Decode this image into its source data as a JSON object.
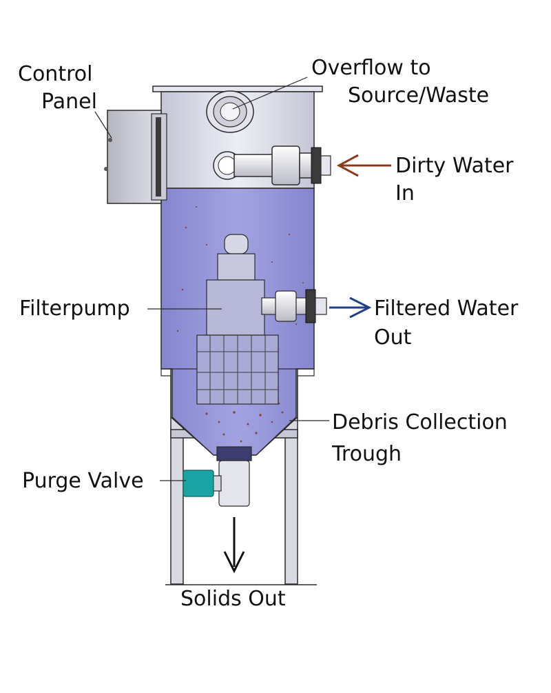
{
  "labels": {
    "control_panel": [
      "Control",
      "Panel"
    ],
    "overflow": [
      "Overflow to",
      "Source/Waste"
    ],
    "dirty_water": [
      "Dirty Water",
      "In"
    ],
    "filterpump": "Filterpump",
    "filtered_water": [
      "Filtered Water",
      "Out"
    ],
    "debris": [
      "Debris Collection",
      "Trough"
    ],
    "purge_valve": "Purge Valve",
    "solids_out": "Solids Out"
  },
  "colors": {
    "water": "#8f8fd6",
    "tank_glass": "#d4d5e3",
    "inlet_arrow": "#8b3a1c",
    "outlet_arrow": "#1f3f86",
    "purge_valve": "#1aa3a3",
    "debris": "#7a4a3a",
    "outline": "#2a2a2a"
  }
}
